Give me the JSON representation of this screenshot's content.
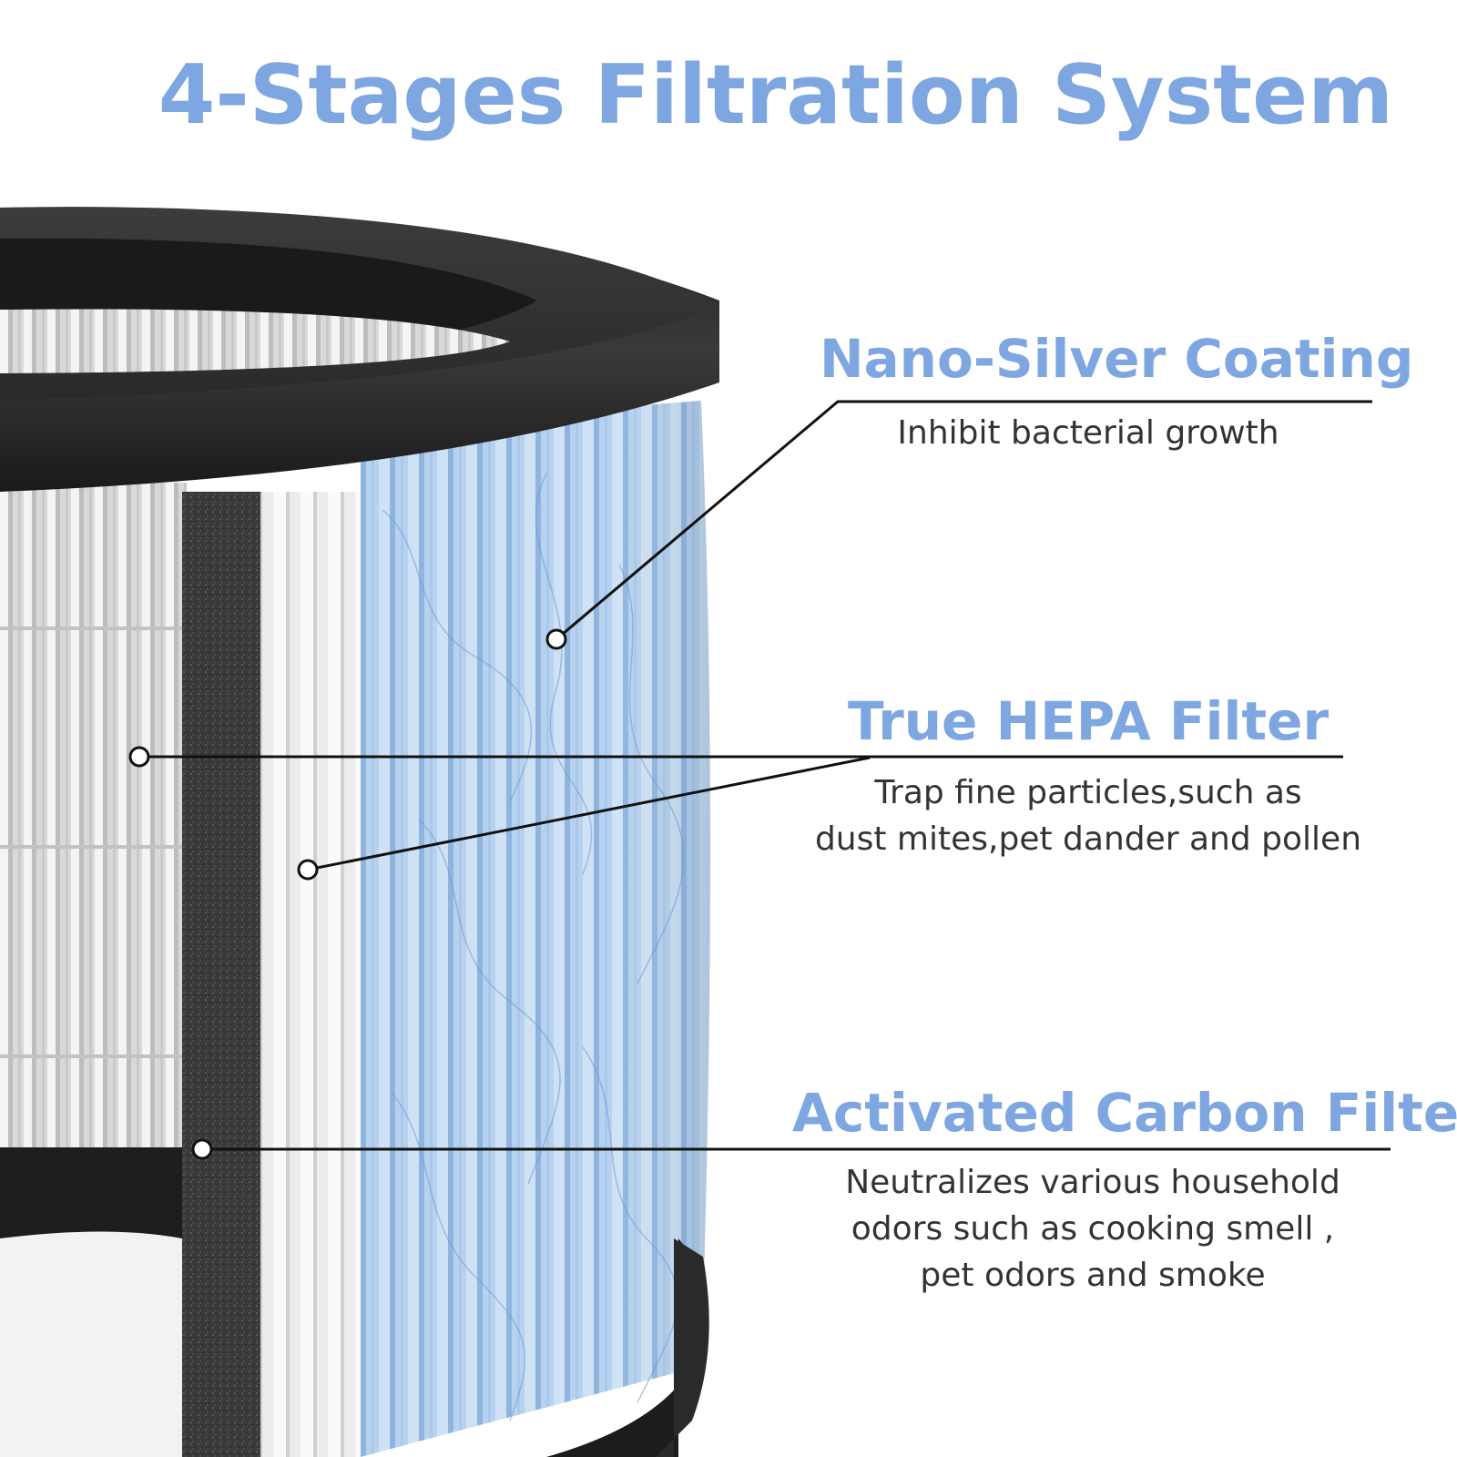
{
  "title": "4-Stages Filtration System",
  "colors": {
    "accent": "#7ea6e0",
    "text": "#333333",
    "line": "#111111"
  },
  "callouts": [
    {
      "heading": "Nano-Silver Coating",
      "lines": [
        "Inhibit bacterial growth"
      ]
    },
    {
      "heading": "True HEPA Filter",
      "lines": [
        "Trap fine particles,such as",
        "dust mites,pet dander and pollen"
      ]
    },
    {
      "heading": "Activated Carbon Filte",
      "lines": [
        "Neutralizes various household",
        "odors such as cooking smell ,",
        "pet odors and smoke"
      ]
    }
  ]
}
